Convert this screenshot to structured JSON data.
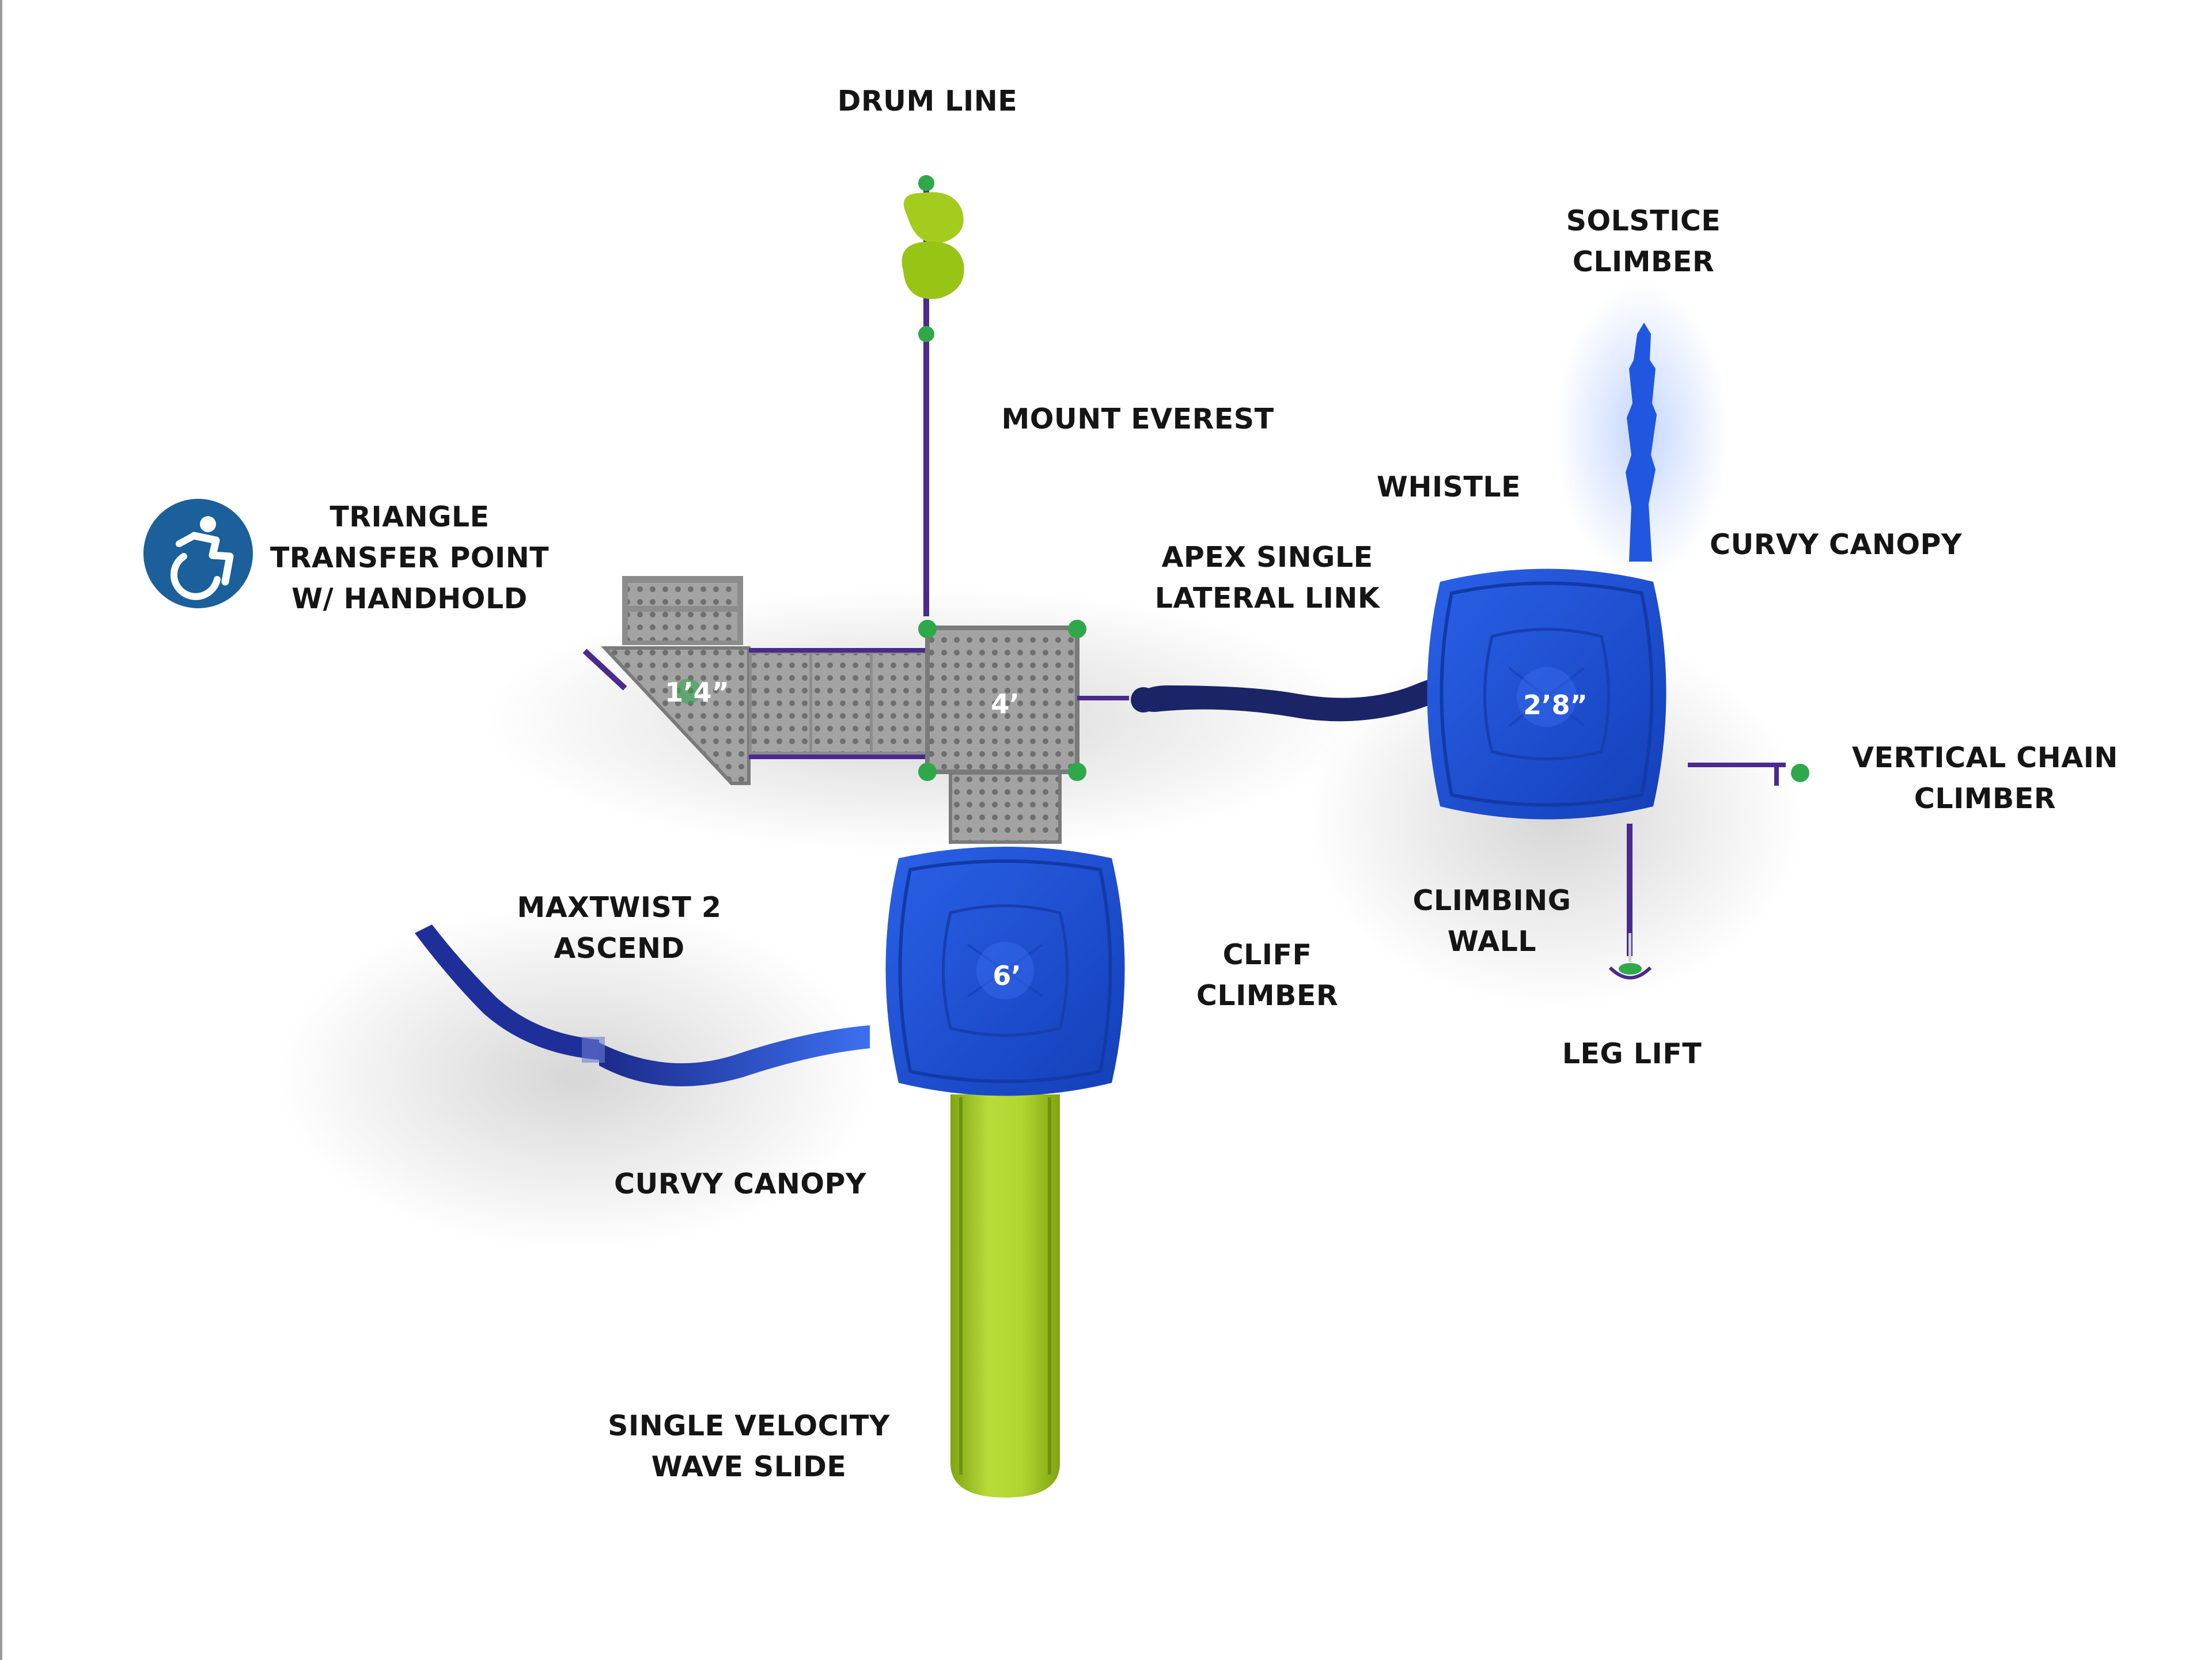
{
  "components": {
    "drum_line": "DRUM LINE",
    "solstice_climber": [
      "SOLSTICE",
      "CLIMBER"
    ],
    "mount_everest": "MOUNT EVEREST",
    "whistle": "WHISTLE",
    "triangle_transfer": [
      "TRIANGLE",
      "TRANSFER POINT",
      "W/ HANDHOLD"
    ],
    "apex_single_link": [
      "APEX SINGLE",
      "LATERAL LINK"
    ],
    "curvy_canopy_right": "CURVY CANOPY",
    "vertical_chain_climber": [
      "VERTICAL CHAIN",
      "CLIMBER"
    ],
    "maxtwist_ascend": [
      "MAXTWIST 2",
      "ASCEND"
    ],
    "climbing_wall": [
      "CLIMBING",
      "WALL"
    ],
    "cliff_climber": [
      "CLIFF",
      "CLIMBER"
    ],
    "leg_lift": "LEG LIFT",
    "curvy_canopy_left": "CURVY CANOPY",
    "single_velocity": [
      "SINGLE VELOCITY",
      "WAVE SLIDE"
    ]
  },
  "deck_heights": {
    "transfer": "1’4”",
    "main_deck": "4’",
    "right_canopy": "2’8”",
    "left_canopy": "6’"
  },
  "icons": {
    "accessibility": "wheelchair-accessible-icon"
  },
  "colors": {
    "canopy_blue": "#1f4fd6",
    "slide_green": "#a4cc1e",
    "post_purple": "#4a2a8c",
    "deck_gray": "#9a9a9a",
    "link_navy": "#1b2466",
    "clamp_green": "#2fa84a",
    "badge_blue": "#1b5f9b"
  }
}
